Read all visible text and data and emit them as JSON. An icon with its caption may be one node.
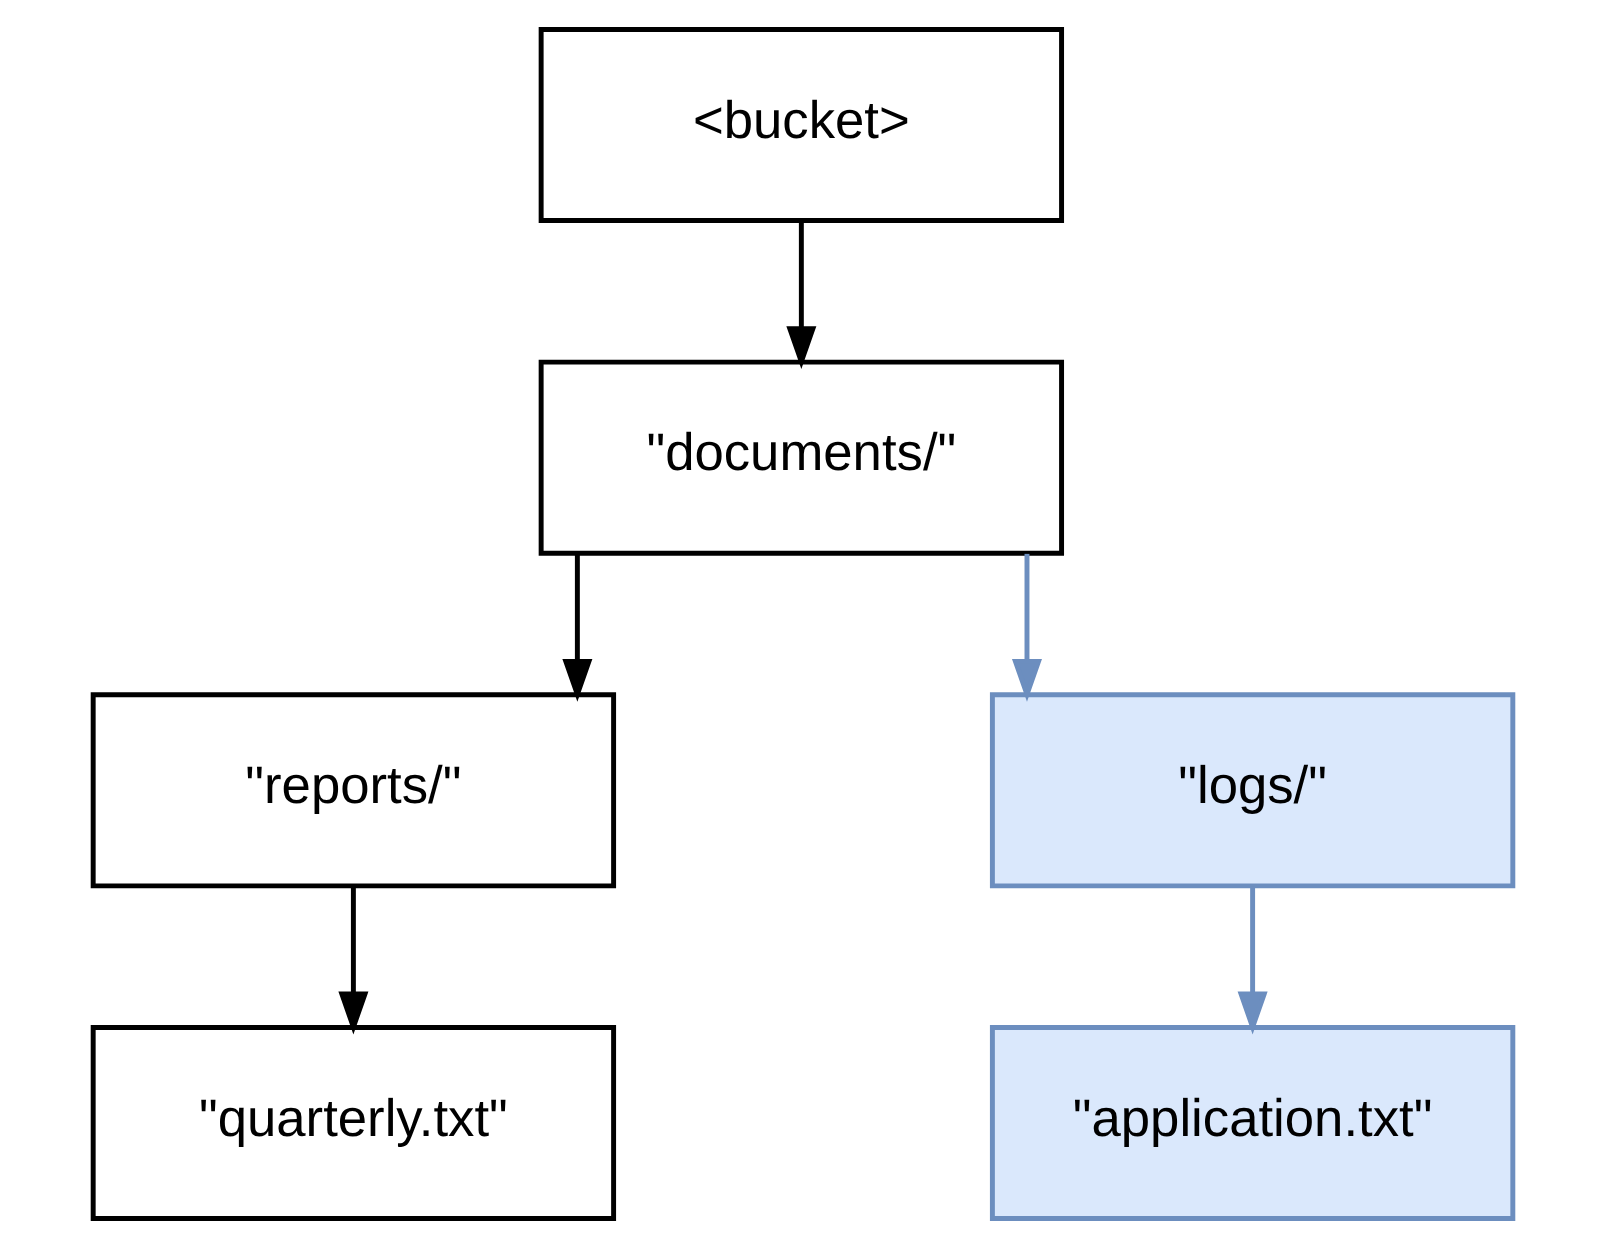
{
  "diagram": {
    "nodes": [
      {
        "text": [
          "<bucket>"
        ]
      },
      {
        "text": [
          "\"documents/\""
        ]
      },
      {
        "text": [
          "\"reports/\""
        ]
      },
      {
        "text": [
          "\"logs/\""
        ]
      },
      {
        "text": [
          "\"quarterly.txt\""
        ]
      },
      {
        "text": [
          "\"application.txt\""
        ]
      }
    ],
    "edges": [
      {
        "from": 0,
        "to": 1,
        "arrow": "to"
      },
      {
        "from": 1,
        "to": 2,
        "arrow": "to"
      },
      {
        "from": 1,
        "to": 3,
        "arrow": "to",
        "color": "#6c8ebf"
      },
      {
        "from": 2,
        "to": 4,
        "arrow": "to"
      },
      {
        "from": 3,
        "to": 5,
        "arrow": "to",
        "color": "#6c8ebf"
      }
    ]
  }
}
